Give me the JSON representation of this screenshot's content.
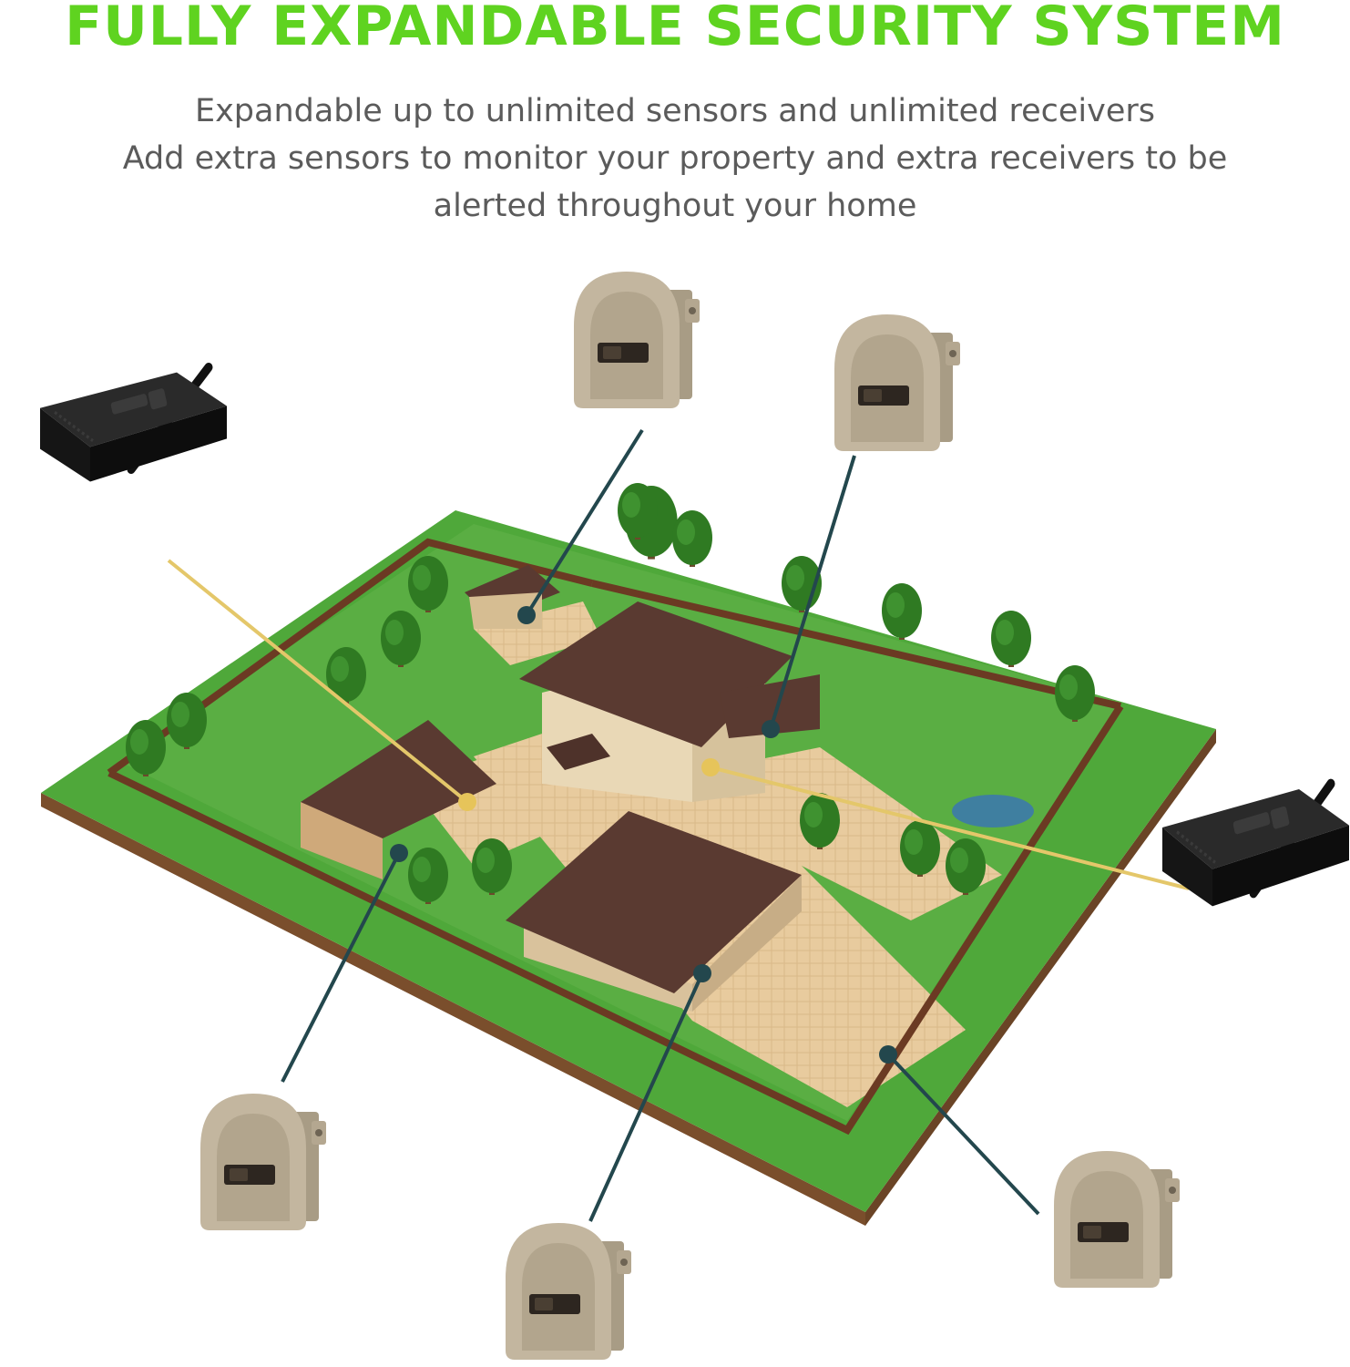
{
  "headline": "FULLY EXPANDABLE SECURITY SYSTEM",
  "subtitle": {
    "line1": "Expandable up to unlimited sensors and unlimited receivers",
    "line2": "Add extra sensors to monitor your property and extra receivers to be",
    "line3": "alerted throughout your home"
  },
  "colors": {
    "headline": "#5fd320",
    "subtitle": "#5b5b5b",
    "sensor_link": "#23474d",
    "receiver_link": "#e4c76a",
    "grass": "#4fa83a",
    "soil": "#8a5a34",
    "roof": "#5a3a31",
    "paving": "#e6c79a",
    "sensor_body": "#bfb29a",
    "receiver_body": "#1e1e1e"
  },
  "icons": [
    "motion-sensor-icon",
    "receiver-icon",
    "house-icon",
    "tree-icon"
  ]
}
